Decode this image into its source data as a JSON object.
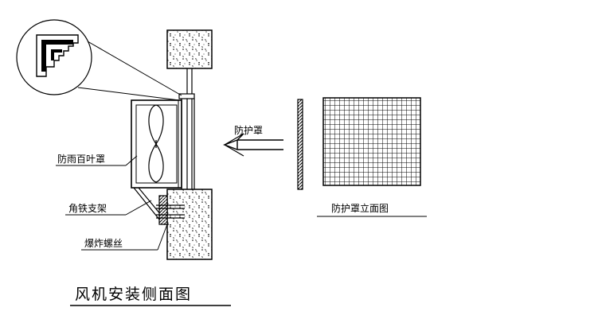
{
  "labels": {
    "louver": "防雨百叶罩",
    "angle_bracket": "角铁支架",
    "expansion_bolt": "爆炸螺丝",
    "guard": "防护罩",
    "guard_elevation": "防护罩立面图"
  },
  "title": "风机安装侧面图",
  "colors": {
    "line": "#000000",
    "background": "#ffffff"
  }
}
